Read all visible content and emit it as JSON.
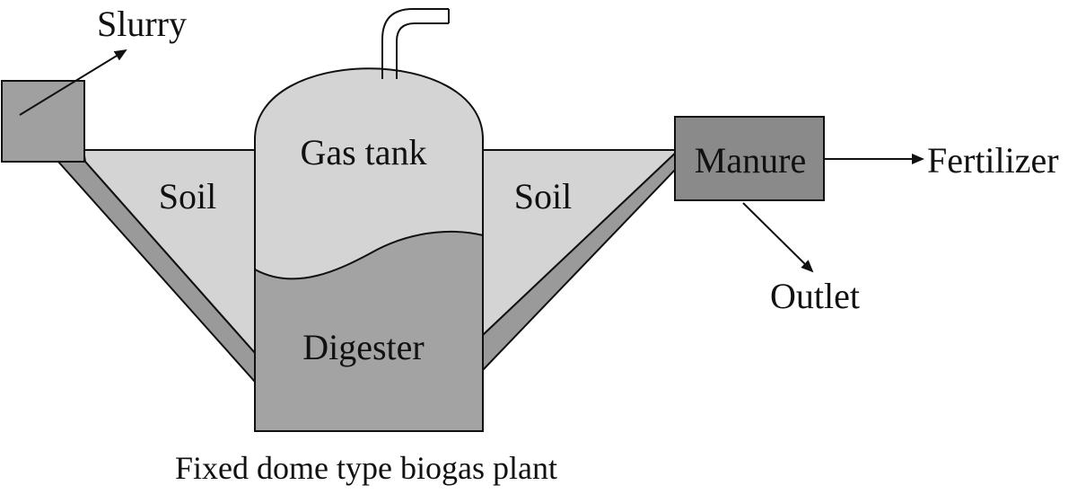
{
  "labels": {
    "slurry": "Slurry",
    "gas_tank": "Gas tank",
    "soil_left": "Soil",
    "soil_right": "Soil",
    "digester": "Digester",
    "manure": "Manure",
    "fertilizer": "Fertilizer",
    "outlet": "Outlet",
    "caption": "Fixed dome type biogas plant"
  },
  "colors": {
    "soil": "#d4d4d4",
    "pipe": "#9a9a9a",
    "gas_tank": "#d4d4d4",
    "digester": "#a3a3a3",
    "manure_box": "#8a8a8a",
    "inlet_box": "#a0a0a0",
    "stroke": "#111111"
  }
}
